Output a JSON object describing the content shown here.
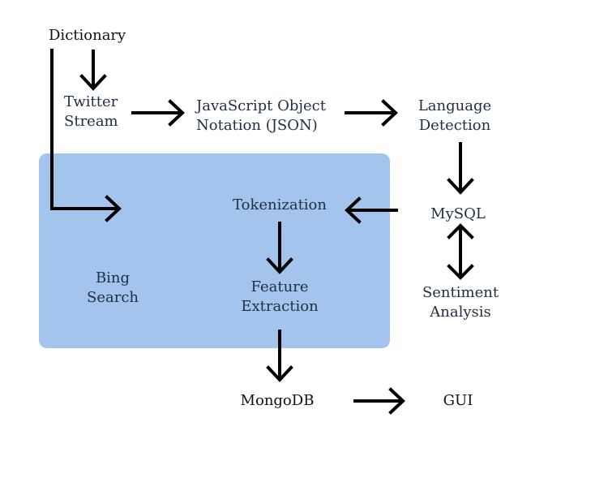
{
  "colors": {
    "highlight": "#a3c4ed",
    "arrow": "#000000",
    "text": "#1f2f3f"
  },
  "nodes": {
    "dictionary": "Dictionary",
    "twitter_stream": [
      "Twitter",
      "Stream"
    ],
    "json": [
      "JavaScript Object",
      "Notation (JSON)"
    ],
    "language_detection": [
      "Language",
      "Detection"
    ],
    "mysql": "MySQL",
    "tokenization": "Tokenization",
    "bing_search": [
      "Bing",
      "Search"
    ],
    "feature_extraction": [
      "Feature",
      "Extraction"
    ],
    "sentiment_analysis": [
      "Sentiment",
      "Analysis"
    ],
    "mongodb": "MongoDB",
    "gui": "GUI"
  }
}
